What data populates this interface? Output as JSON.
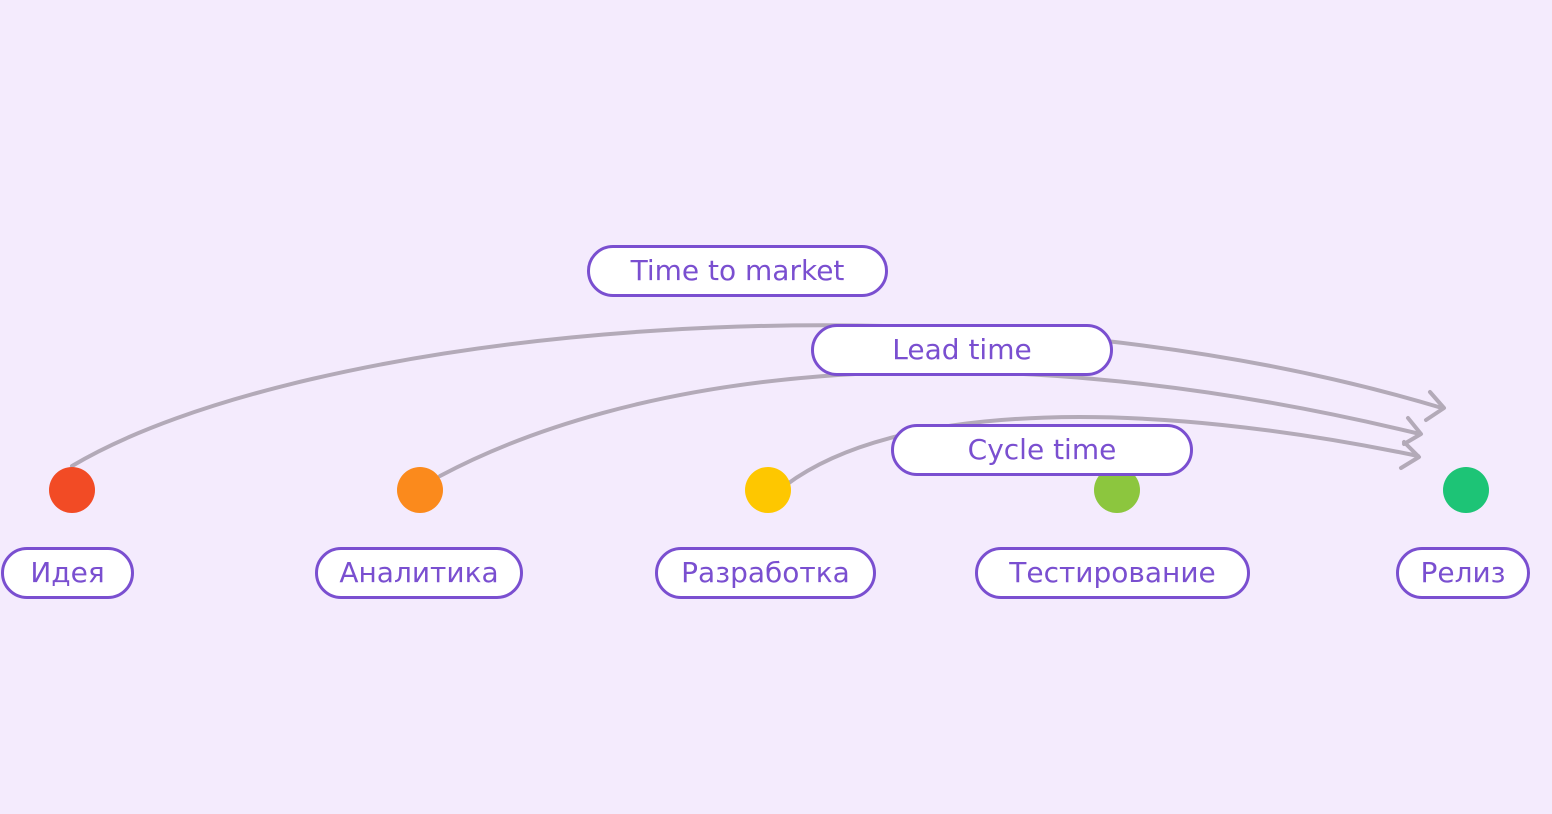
{
  "stages": [
    {
      "label": "Идея",
      "color": "#f24b25"
    },
    {
      "label": "Аналитика",
      "color": "#fb8a1c"
    },
    {
      "label": "Разработка",
      "color": "#fec700"
    },
    {
      "label": "Тестирование",
      "color": "#8cc63e"
    },
    {
      "label": "Релиз",
      "color": "#1dc476"
    }
  ],
  "metrics": [
    {
      "label": "Time to market",
      "from": "Идея",
      "to": "Релиз"
    },
    {
      "label": "Lead time",
      "from": "Аналитика",
      "to": "Релиз"
    },
    {
      "label": "Cycle time",
      "from": "Разработка",
      "to": "Релиз"
    }
  ],
  "colors": {
    "background": "#f4ebfd",
    "pill_border": "#7a4fd0",
    "pill_text": "#7a4fd0",
    "arrow": "#b3aab8",
    "track_start": "#ff4a10",
    "track_mid": "#ffc400",
    "track_end": "#55c56a"
  }
}
